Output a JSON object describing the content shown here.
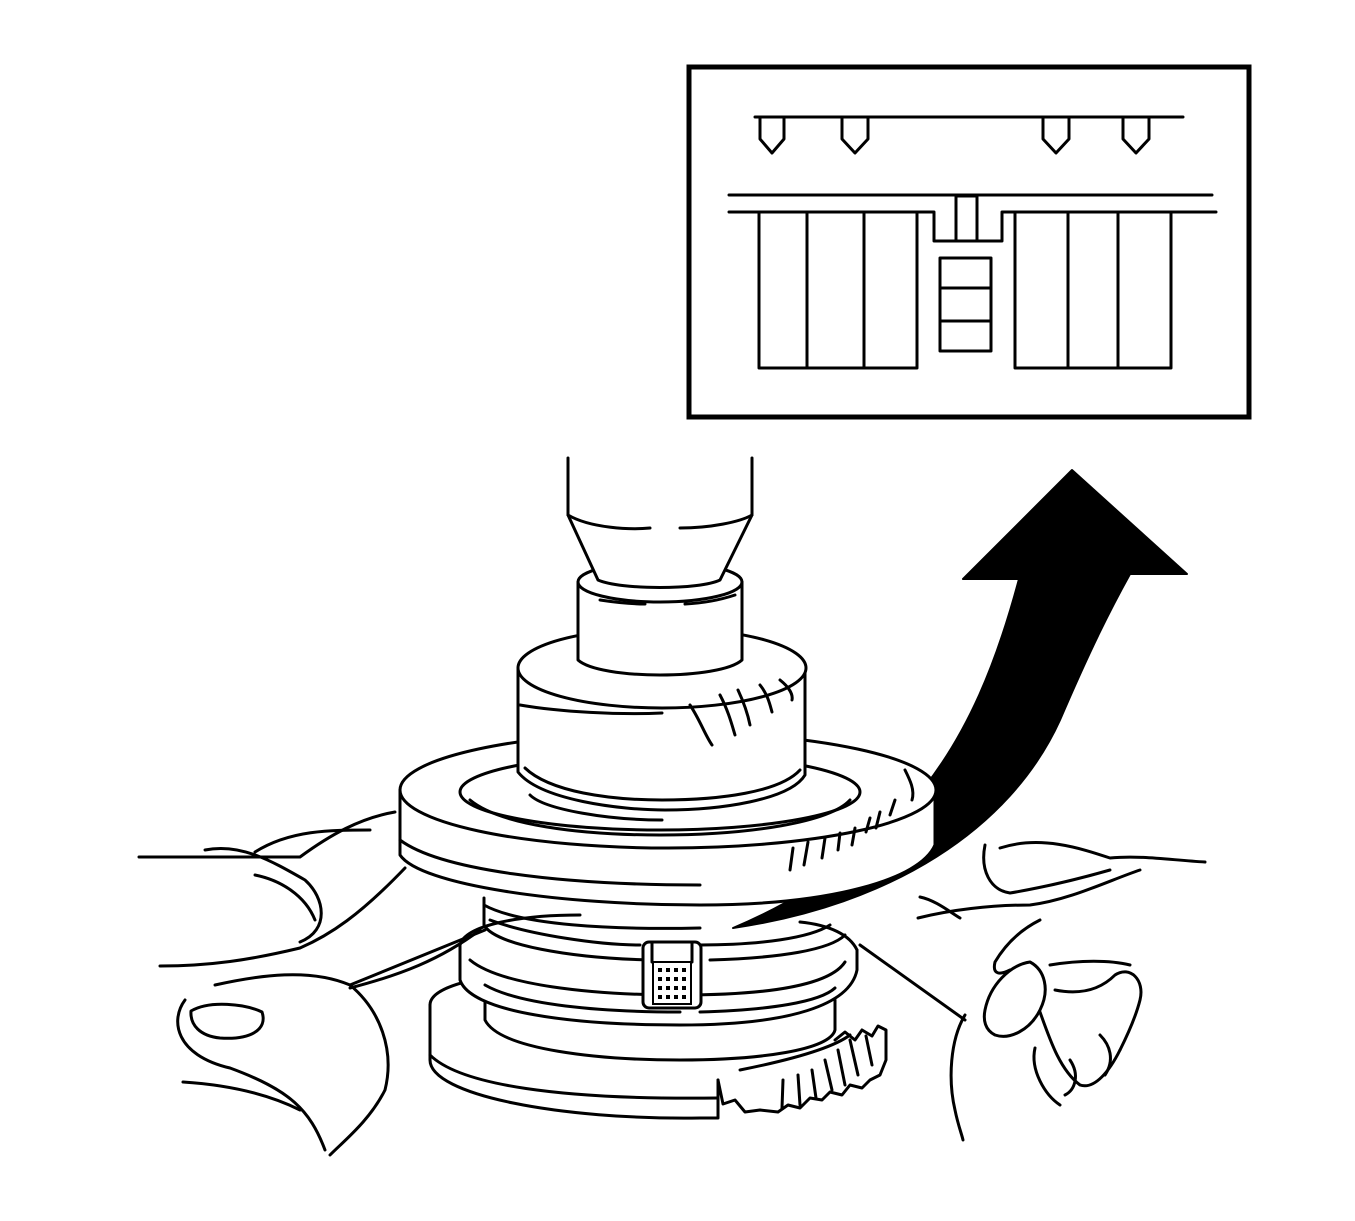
{
  "figure": {
    "kind": "technical-line-illustration",
    "colors": {
      "stroke": "#000000",
      "background": "#ffffff",
      "arrow": "#000000"
    },
    "parts": [
      "press-ram",
      "installer-tool",
      "gear-assembly",
      "snap-ring",
      "hands",
      "curved-arrow",
      "detail-inset"
    ],
    "inset": {
      "description_visible_text": ""
    }
  }
}
